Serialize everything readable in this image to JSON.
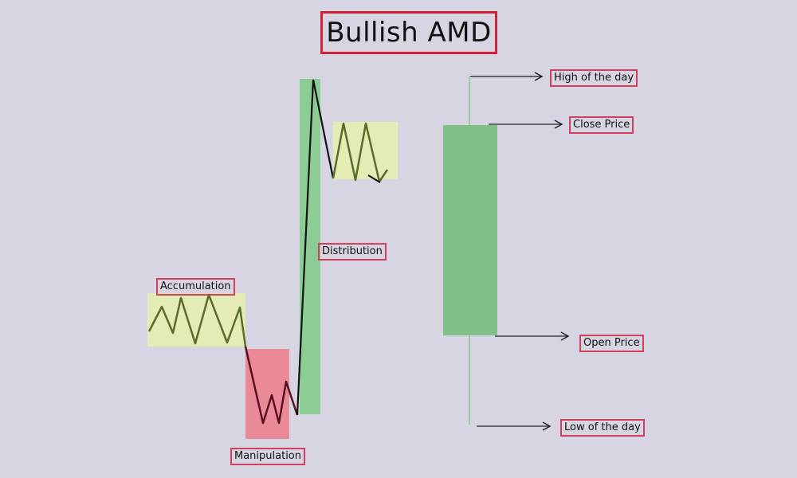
{
  "title": "Bullish AMD",
  "colors": {
    "background": "#d6d5e1",
    "accumulation_zone": "#e2ecb4",
    "manipulation_zone": "#ea8a98",
    "distribution_bar": "#8ccd95",
    "candle_body": "#82c089",
    "zigzag_line": "#5b6b2a",
    "trend_line": "#111111",
    "label_border": "#d0405a",
    "title_border": "#d0203a"
  },
  "phases": [
    {
      "id": "accumulation",
      "label": "Accumulation"
    },
    {
      "id": "manipulation",
      "label": "Manipulation"
    },
    {
      "id": "distribution",
      "label": "Distribution"
    }
  ],
  "candle": {
    "type": "bullish",
    "labels": {
      "high": "High of the day",
      "close": "Close Price",
      "open": "Open Price",
      "low": "Low of the day"
    }
  }
}
